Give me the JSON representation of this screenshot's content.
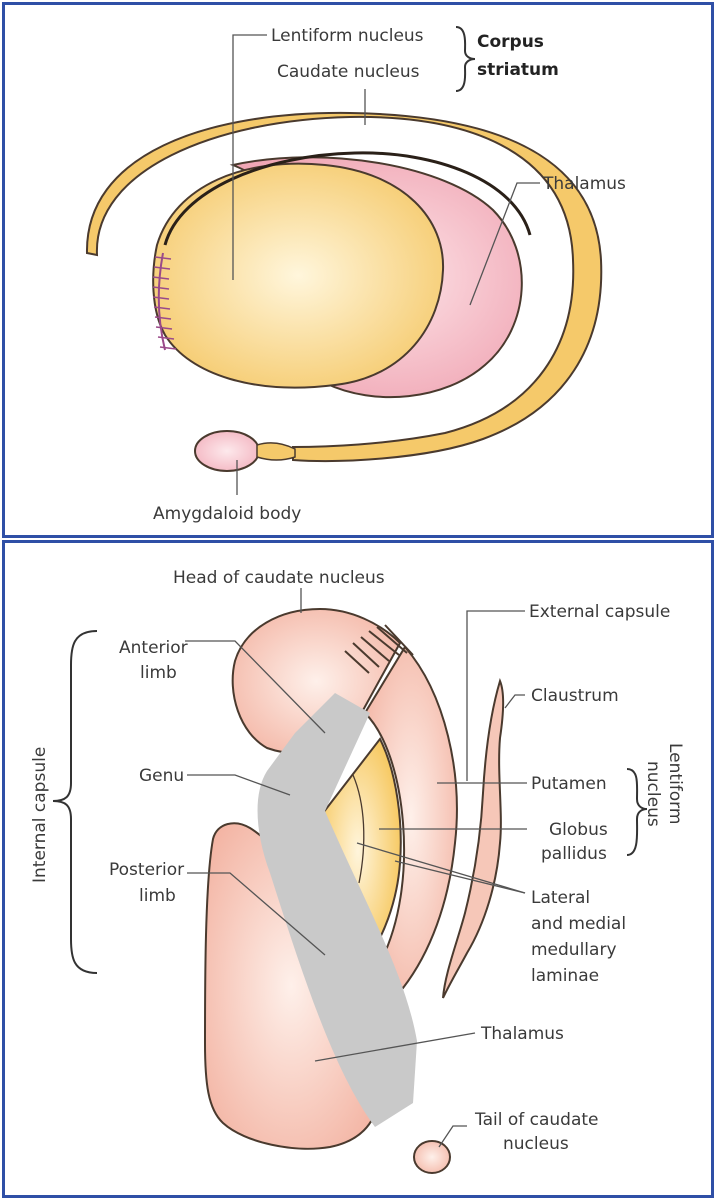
{
  "colors": {
    "frame": "#2f4fa6",
    "yellow": "#f5c96a",
    "yellow_light": "#fff3d2",
    "pink": "#f1a9b6",
    "pink_light": "#fde1e3",
    "peach": "#f3b7a6",
    "peach_light": "#fde6dc",
    "gray": "#c9c9c9",
    "outline": "#4a3a2e",
    "suture": "#9a4a8a"
  },
  "top": {
    "labels": {
      "lentiform": "Lentiform nucleus",
      "caudate": "Caudate nucleus",
      "corpus_1": "Corpus",
      "corpus_2": "striatum",
      "thalamus": "Thalamus",
      "amygdaloid": "Amygdaloid body"
    }
  },
  "bottom": {
    "labels": {
      "head_caudate": "Head of caudate nucleus",
      "anterior_1": "Anterior",
      "anterior_2": "limb",
      "genu": "Genu",
      "posterior_1": "Posterior",
      "posterior_2": "limb",
      "internal_capsule": "Internal capsule",
      "external_capsule": "External capsule",
      "claustrum": "Claustrum",
      "putamen": "Putamen",
      "globus_1": "Globus",
      "globus_2": "pallidus",
      "lentiform_1": "Lentiform",
      "lentiform_2": "nucleus",
      "laminae_1": "Lateral",
      "laminae_2": "and medial",
      "laminae_3": "medullary",
      "laminae_4": "laminae",
      "thalamus": "Thalamus",
      "tail_1": "Tail of caudate",
      "tail_2": "nucleus"
    }
  }
}
